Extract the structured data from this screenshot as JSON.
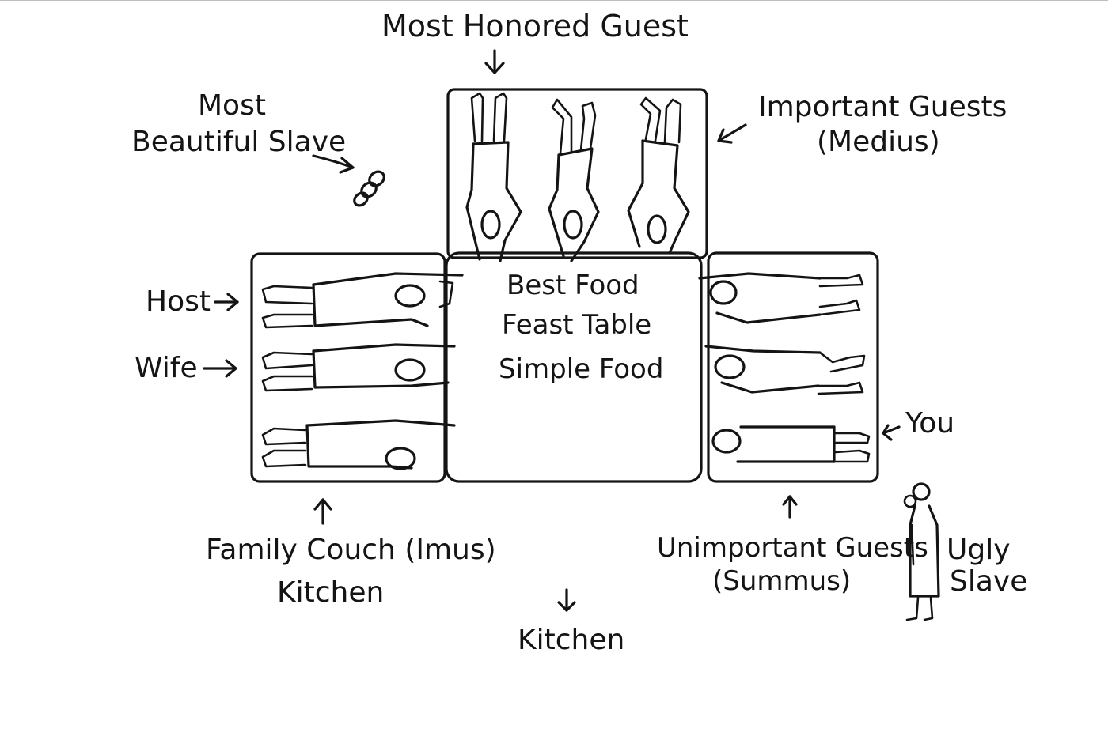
{
  "labels": {
    "most_honored_guest": "Most Honored Guest",
    "most_beautiful_slave_line1": "Most",
    "most_beautiful_slave_line2": "Beautiful Slave",
    "important_guests": "Important Guests",
    "important_guests_latin": "(Medius)",
    "host": "Host",
    "wife": "Wife",
    "table_best_food": "Best Food",
    "table_name": "Feast Table",
    "table_simple_food": "Simple Food",
    "you": "You",
    "family_couch": "Family Couch (Imus)",
    "kitchen_left": "Kitchen",
    "kitchen_bottom": "Kitchen",
    "unimportant_guests": "Unimportant Guests",
    "unimportant_guests_latin": "(Summus)",
    "ugly_slave_line1": "Ugly",
    "ugly_slave_line2": "Slave"
  },
  "colors": {
    "ink": "#141414",
    "background": "#ffffff"
  },
  "icons": [
    "arrow-icon",
    "chain-icon",
    "reclining-figure-icon",
    "standing-slave-icon"
  ]
}
